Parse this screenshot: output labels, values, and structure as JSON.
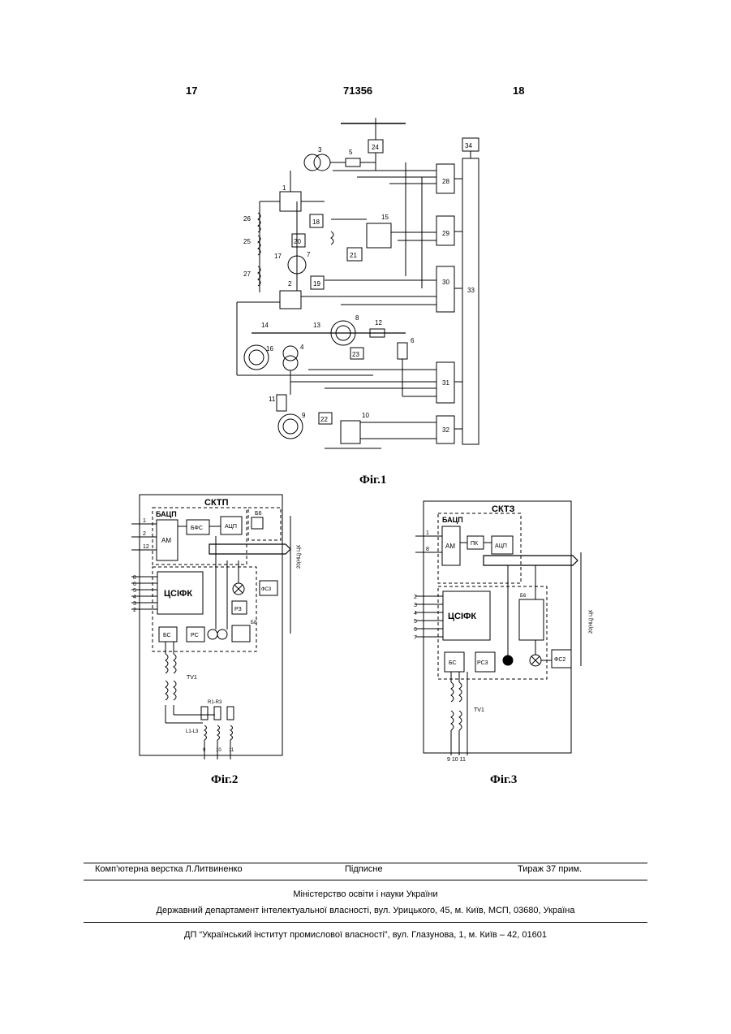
{
  "header": {
    "left_page": "17",
    "patent_number": "71356",
    "right_page": "18"
  },
  "fig1": {
    "caption": "Фіг.1",
    "blocks": [
      "1",
      "2",
      "3",
      "4",
      "5",
      "6",
      "7",
      "8",
      "9",
      "10",
      "11",
      "12",
      "13",
      "14",
      "15",
      "16",
      "17",
      "18",
      "19",
      "20",
      "21",
      "22",
      "23",
      "24",
      "25",
      "26",
      "27",
      "28",
      "29",
      "30",
      "31",
      "32",
      "33",
      "34"
    ]
  },
  "fig2": {
    "caption": "Фіг.2",
    "title": "СКТП",
    "bacp": "БАЦП",
    "am": "АМ",
    "bfs": "БФС",
    "adp": "АЦП",
    "csifk": "ЦСІФК",
    "bs": "БС",
    "rs": "РС",
    "r3": "РЗ",
    "fs3": "ФС3",
    "b6": "Б6",
    "b8": "Б8",
    "tv1": "ТV1",
    "l1l3": "L1-L3",
    "r1r3": "R1-R3",
    "inputs": [
      "1",
      "2",
      "12"
    ],
    "inputs_lower": [
      "8",
      "6",
      "5",
      "4",
      "3",
      "2"
    ],
    "bottom_terms": [
      "9",
      "10",
      "11"
    ],
    "bus_label": "20(НЦ) ЦК"
  },
  "fig3": {
    "caption": "Фіг.3",
    "title": "СКТЗ",
    "bacp": "БАЦП",
    "am": "АМ",
    "pk": "ПК",
    "adp": "АЦП",
    "csifk": "ЦСІФК",
    "bs": "БС",
    "rs3": "РС3",
    "b6": "Б6",
    "fs2": "ФС2",
    "tv1": "ТV1",
    "inputs": [
      "1",
      "8"
    ],
    "inputs_lower": [
      "2",
      "3",
      "4",
      "5",
      "6",
      "7"
    ],
    "bottom_terms": "9 10 11",
    "bus_label": "20(НЦ) ЦК"
  },
  "footer": {
    "typesetter": "Комп’ютерна верстка Л.Литвиненко",
    "signed": "Підписне",
    "circulation": "Тираж 37 прим.",
    "ministry": "Міністерство освіти і науки України",
    "department": "Державний департамент інтелектуальної власності, вул. Урицького, 45, м. Київ, МСП, 03680, Україна",
    "institute": "ДП “Український інститут промислової власності”, вул. Глазунова, 1, м. Київ – 42, 01601"
  }
}
